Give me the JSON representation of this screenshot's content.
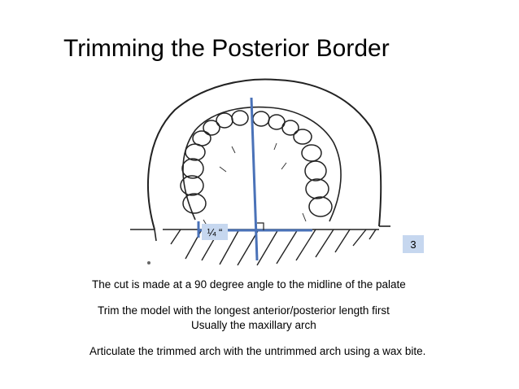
{
  "slide": {
    "title": "Trimming the Posterior Border",
    "labels": {
      "quarter": "¼ “",
      "number": "3"
    },
    "lines": [
      "The cut is made at a 90 degree angle to the midline of the palate",
      "Trim the model with the longest anterior/posterior length first",
      "Usually the maxillary arch",
      "Articulate the trimmed arch with the untrimmed arch using a wax bite."
    ]
  },
  "colors": {
    "accent_line": "#4a72b8",
    "label_fill": "#c6d7ef"
  }
}
